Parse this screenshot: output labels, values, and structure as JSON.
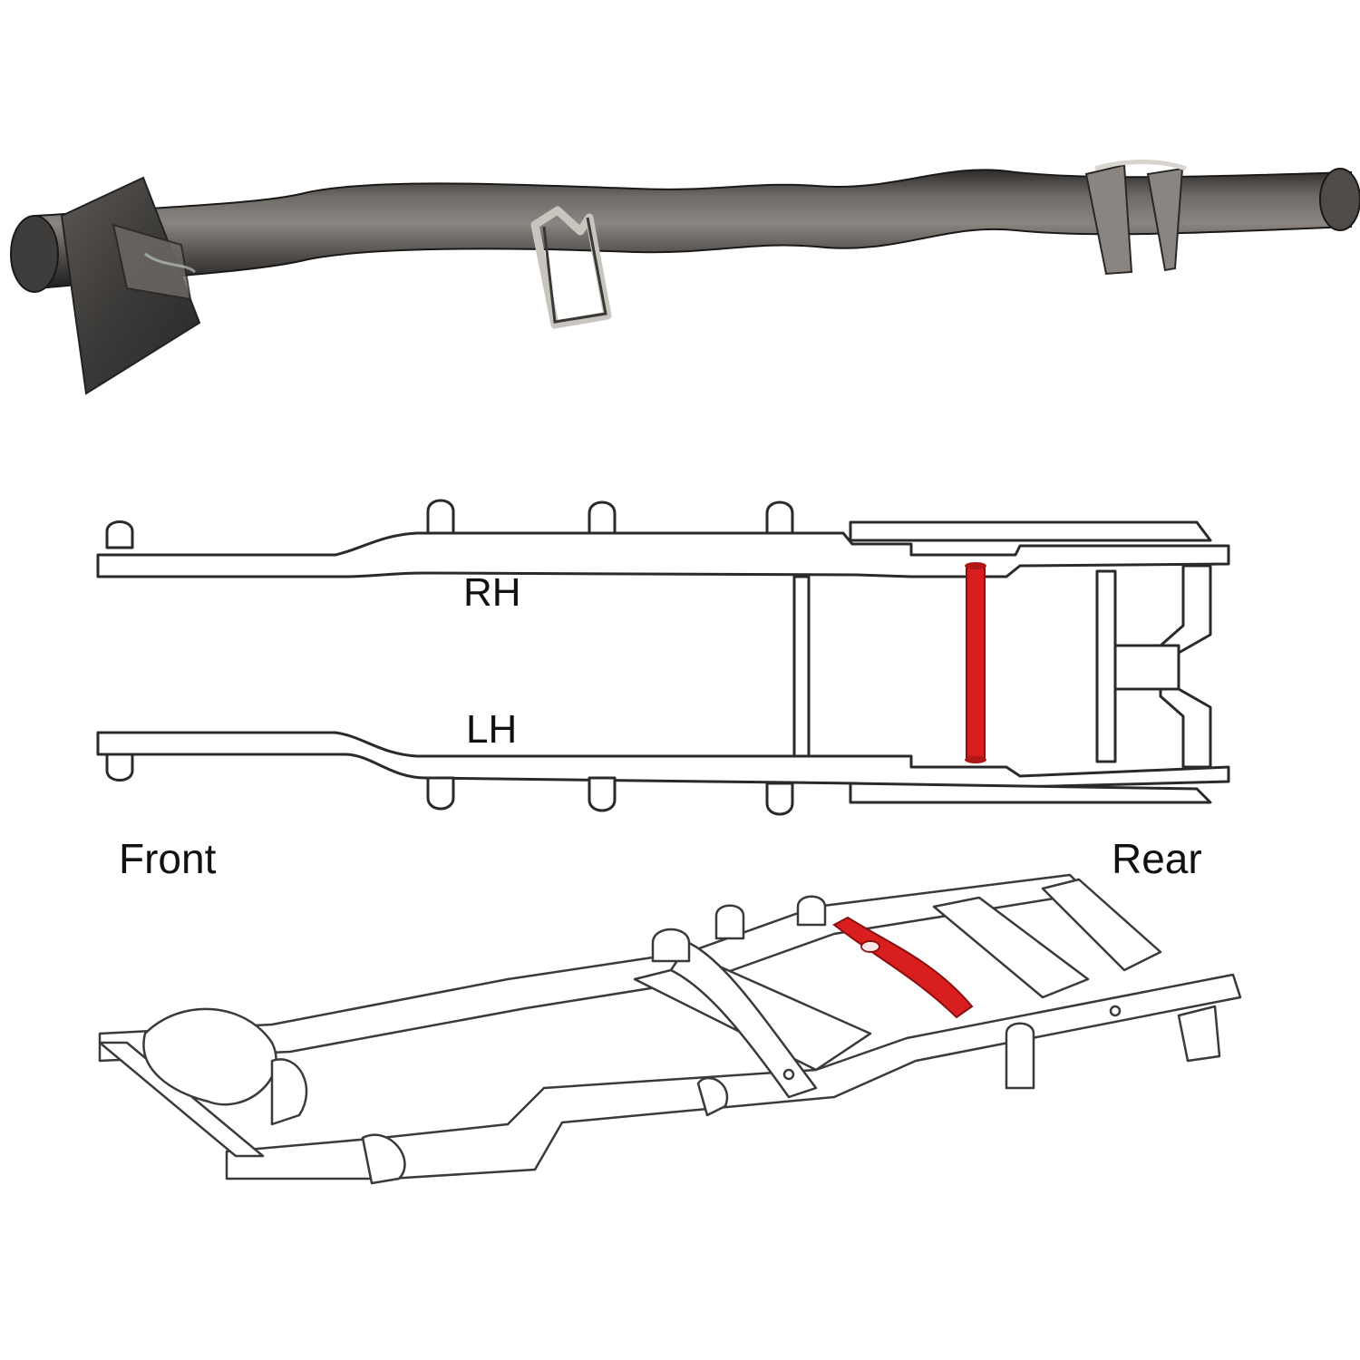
{
  "labels": {
    "rh": "RH",
    "lh": "LH",
    "front": "Front",
    "rear": "Rear"
  },
  "colors": {
    "highlight": "#d81e1e",
    "tube": "#4a4846",
    "line": "#2a2a2a"
  },
  "icons": [
    "crossmember-photo",
    "frame-top-view-diagram",
    "frame-isometric-diagram"
  ]
}
